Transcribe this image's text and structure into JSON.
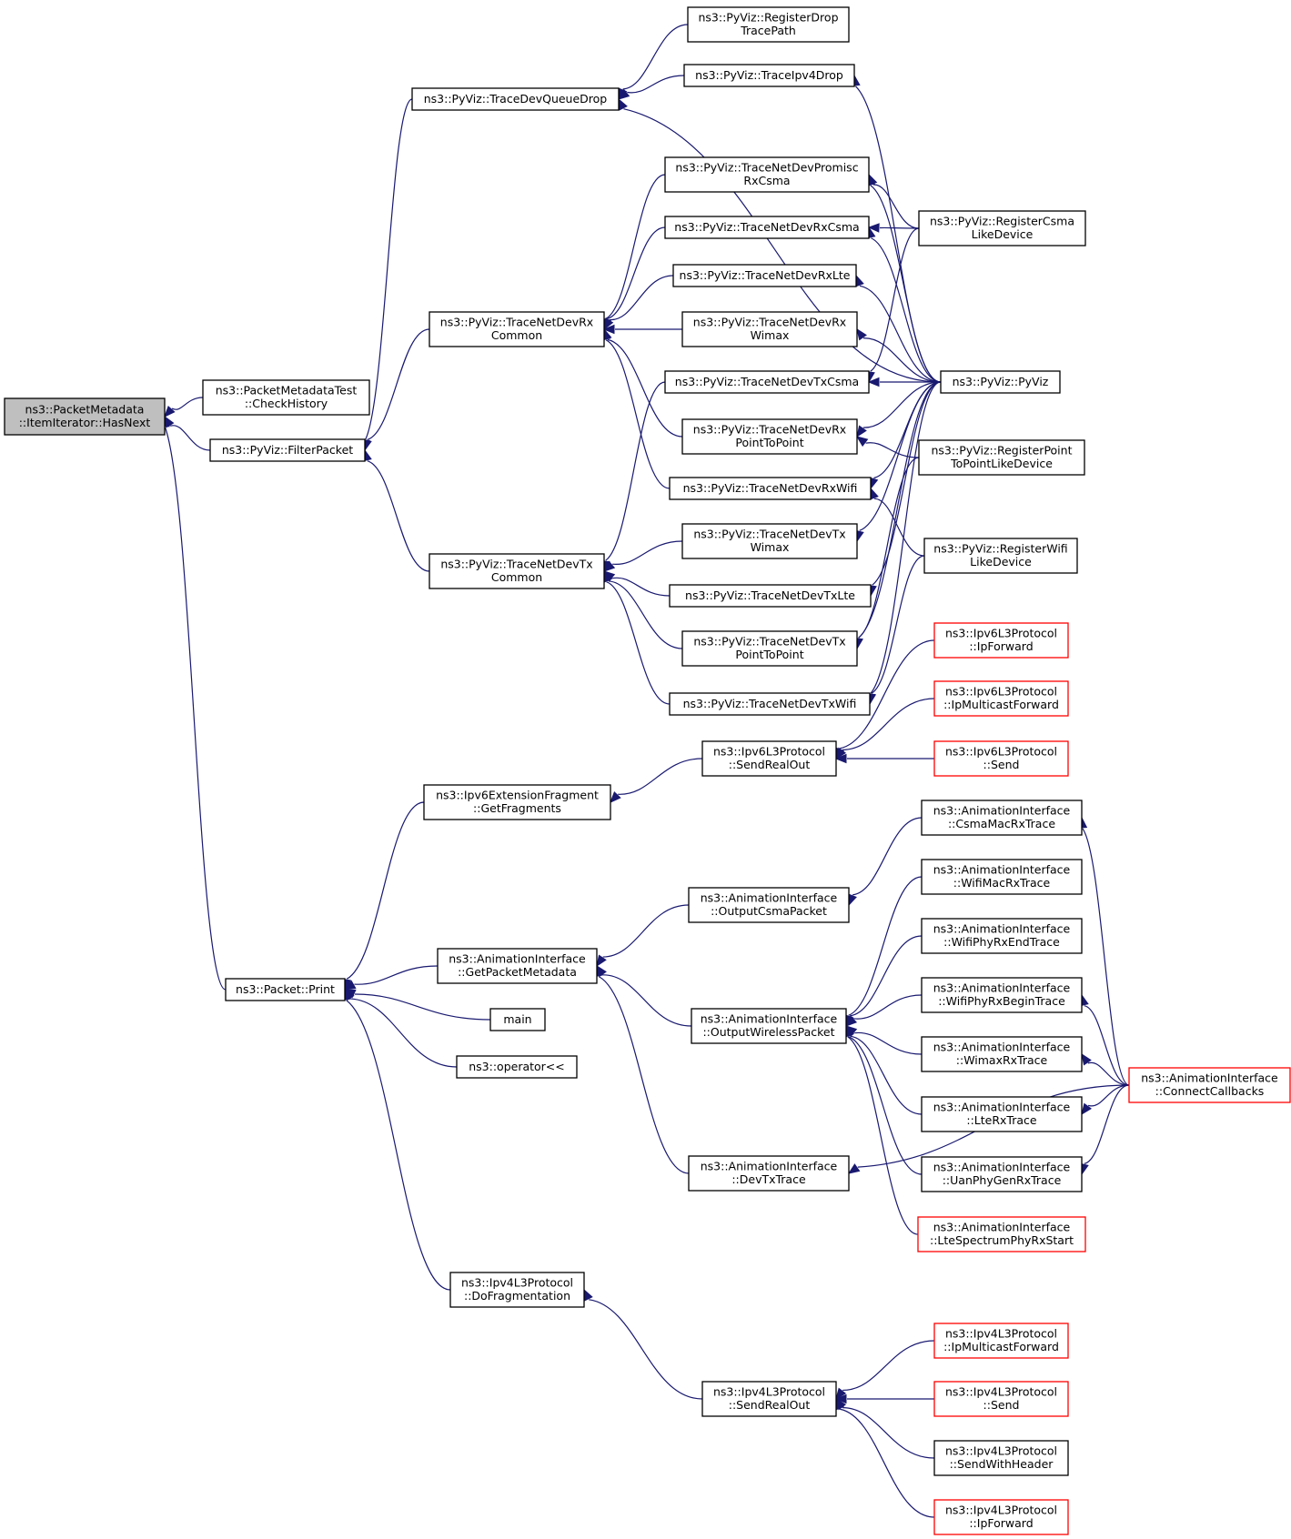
{
  "diagram": {
    "type": "call-graph",
    "colors": {
      "edge": "#191970",
      "box_border": "#000000",
      "box_border_truncated": "#ff0000",
      "root_fill": "#bfbfbf",
      "background": "#ffffff"
    },
    "nodes": [
      {
        "id": "n0",
        "lines": [
          "ns3::PacketMetadata",
          "::ItemIterator::HasNext"
        ],
        "root": true
      },
      {
        "id": "n1",
        "lines": [
          "ns3::PacketMetadataTest",
          "::CheckHistory"
        ]
      },
      {
        "id": "n2",
        "lines": [
          "ns3::PyViz::FilterPacket"
        ]
      },
      {
        "id": "n3",
        "lines": [
          "ns3::Packet::Print"
        ]
      },
      {
        "id": "n4",
        "lines": [
          "ns3::PyViz::TraceDevQueueDrop"
        ]
      },
      {
        "id": "n5",
        "lines": [
          "ns3::PyViz::TraceNetDevRx",
          "Common"
        ]
      },
      {
        "id": "n6",
        "lines": [
          "ns3::PyViz::TraceNetDevTx",
          "Common"
        ]
      },
      {
        "id": "n7",
        "lines": [
          "ns3::PyViz::RegisterDrop",
          "TracePath"
        ]
      },
      {
        "id": "n8",
        "lines": [
          "ns3::PyViz::TraceIpv4Drop"
        ]
      },
      {
        "id": "n9",
        "lines": [
          "ns3::PyViz::PyViz"
        ]
      },
      {
        "id": "n10",
        "lines": [
          "ns3::PyViz::TraceNetDevPromisc",
          "RxCsma"
        ]
      },
      {
        "id": "n11",
        "lines": [
          "ns3::PyViz::TraceNetDevRxCsma"
        ]
      },
      {
        "id": "n12",
        "lines": [
          "ns3::PyViz::TraceNetDevRxLte"
        ]
      },
      {
        "id": "n13",
        "lines": [
          "ns3::PyViz::TraceNetDevRx",
          "Wimax"
        ]
      },
      {
        "id": "n14",
        "lines": [
          "ns3::PyViz::TraceNetDevRx",
          "PointToPoint"
        ]
      },
      {
        "id": "n15",
        "lines": [
          "ns3::PyViz::TraceNetDevRxWifi"
        ]
      },
      {
        "id": "n16",
        "lines": [
          "ns3::PyViz::RegisterCsma",
          "LikeDevice"
        ]
      },
      {
        "id": "n17",
        "lines": [
          "ns3::PyViz::RegisterPoint",
          "ToPointLikeDevice"
        ]
      },
      {
        "id": "n18",
        "lines": [
          "ns3::PyViz::RegisterWifi",
          "LikeDevice"
        ]
      },
      {
        "id": "n19",
        "lines": [
          "ns3::PyViz::TraceNetDevTxCsma"
        ]
      },
      {
        "id": "n20",
        "lines": [
          "ns3::PyViz::TraceNetDevTx",
          "Wimax"
        ]
      },
      {
        "id": "n21",
        "lines": [
          "ns3::PyViz::TraceNetDevTxLte"
        ]
      },
      {
        "id": "n22",
        "lines": [
          "ns3::PyViz::TraceNetDevTx",
          "PointToPoint"
        ]
      },
      {
        "id": "n23",
        "lines": [
          "ns3::PyViz::TraceNetDevTxWifi"
        ]
      },
      {
        "id": "n24",
        "lines": [
          "ns3::Ipv6ExtensionFragment",
          "::GetFragments"
        ]
      },
      {
        "id": "n25",
        "lines": [
          "ns3::AnimationInterface",
          "::GetPacketMetadata"
        ]
      },
      {
        "id": "n26",
        "lines": [
          "main"
        ]
      },
      {
        "id": "n27",
        "lines": [
          "ns3::operator<<"
        ]
      },
      {
        "id": "n28",
        "lines": [
          "ns3::Ipv4L3Protocol",
          "::DoFragmentation"
        ]
      },
      {
        "id": "n29",
        "lines": [
          "ns3::Ipv6L3Protocol",
          "::SendRealOut"
        ]
      },
      {
        "id": "n30",
        "lines": [
          "ns3::Ipv6L3Protocol",
          "::IpForward"
        ],
        "truncated": true
      },
      {
        "id": "n31",
        "lines": [
          "ns3::Ipv6L3Protocol",
          "::IpMulticastForward"
        ],
        "truncated": true
      },
      {
        "id": "n32",
        "lines": [
          "ns3::Ipv6L3Protocol",
          "::Send"
        ],
        "truncated": true
      },
      {
        "id": "n33",
        "lines": [
          "ns3::AnimationInterface",
          "::OutputCsmaPacket"
        ]
      },
      {
        "id": "n34",
        "lines": [
          "ns3::AnimationInterface",
          "::OutputWirelessPacket"
        ]
      },
      {
        "id": "n35",
        "lines": [
          "ns3::AnimationInterface",
          "::DevTxTrace"
        ]
      },
      {
        "id": "n36",
        "lines": [
          "ns3::AnimationInterface",
          "::CsmaMacRxTrace"
        ]
      },
      {
        "id": "n37",
        "lines": [
          "ns3::AnimationInterface",
          "::WifiMacRxTrace"
        ]
      },
      {
        "id": "n38",
        "lines": [
          "ns3::AnimationInterface",
          "::WifiPhyRxEndTrace"
        ]
      },
      {
        "id": "n39",
        "lines": [
          "ns3::AnimationInterface",
          "::WifiPhyRxBeginTrace"
        ]
      },
      {
        "id": "n40",
        "lines": [
          "ns3::AnimationInterface",
          "::WimaxRxTrace"
        ]
      },
      {
        "id": "n41",
        "lines": [
          "ns3::AnimationInterface",
          "::LteRxTrace"
        ]
      },
      {
        "id": "n42",
        "lines": [
          "ns3::AnimationInterface",
          "::UanPhyGenRxTrace"
        ]
      },
      {
        "id": "n43",
        "lines": [
          "ns3::AnimationInterface",
          "::LteSpectrumPhyRxStart"
        ],
        "truncated": true
      },
      {
        "id": "n44",
        "lines": [
          "ns3::AnimationInterface",
          "::ConnectCallbacks"
        ],
        "truncated": true
      },
      {
        "id": "n45",
        "lines": [
          "ns3::Ipv4L3Protocol",
          "::SendRealOut"
        ]
      },
      {
        "id": "n46",
        "lines": [
          "ns3::Ipv4L3Protocol",
          "::IpMulticastForward"
        ],
        "truncated": true
      },
      {
        "id": "n47",
        "lines": [
          "ns3::Ipv4L3Protocol",
          "::Send"
        ],
        "truncated": true
      },
      {
        "id": "n48",
        "lines": [
          "ns3::Ipv4L3Protocol",
          "::SendWithHeader"
        ]
      },
      {
        "id": "n49",
        "lines": [
          "ns3::Ipv4L3Protocol",
          "::IpForward"
        ],
        "truncated": true
      }
    ],
    "edges": [
      [
        "n1",
        "n0"
      ],
      [
        "n2",
        "n0"
      ],
      [
        "n3",
        "n0"
      ],
      [
        "n4",
        "n2"
      ],
      [
        "n5",
        "n2"
      ],
      [
        "n6",
        "n2"
      ],
      [
        "n7",
        "n4"
      ],
      [
        "n8",
        "n4"
      ],
      [
        "n9",
        "n4"
      ],
      [
        "n9",
        "n8"
      ],
      [
        "n10",
        "n5"
      ],
      [
        "n11",
        "n5"
      ],
      [
        "n12",
        "n5"
      ],
      [
        "n13",
        "n5"
      ],
      [
        "n14",
        "n5"
      ],
      [
        "n15",
        "n5"
      ],
      [
        "n16",
        "n10"
      ],
      [
        "n9",
        "n10"
      ],
      [
        "n16",
        "n11"
      ],
      [
        "n9",
        "n11"
      ],
      [
        "n9",
        "n12"
      ],
      [
        "n9",
        "n13"
      ],
      [
        "n9",
        "n14"
      ],
      [
        "n17",
        "n14"
      ],
      [
        "n9",
        "n15"
      ],
      [
        "n18",
        "n15"
      ],
      [
        "n19",
        "n6"
      ],
      [
        "n20",
        "n6"
      ],
      [
        "n21",
        "n6"
      ],
      [
        "n22",
        "n6"
      ],
      [
        "n23",
        "n6"
      ],
      [
        "n9",
        "n19"
      ],
      [
        "n16",
        "n19"
      ],
      [
        "n9",
        "n20"
      ],
      [
        "n9",
        "n21"
      ],
      [
        "n9",
        "n22"
      ],
      [
        "n17",
        "n22"
      ],
      [
        "n9",
        "n23"
      ],
      [
        "n18",
        "n23"
      ],
      [
        "n24",
        "n3"
      ],
      [
        "n25",
        "n3"
      ],
      [
        "n26",
        "n3"
      ],
      [
        "n27",
        "n3"
      ],
      [
        "n28",
        "n3"
      ],
      [
        "n29",
        "n24"
      ],
      [
        "n30",
        "n29"
      ],
      [
        "n31",
        "n29"
      ],
      [
        "n32",
        "n29"
      ],
      [
        "n33",
        "n25"
      ],
      [
        "n34",
        "n25"
      ],
      [
        "n35",
        "n25"
      ],
      [
        "n36",
        "n33"
      ],
      [
        "n37",
        "n34"
      ],
      [
        "n38",
        "n34"
      ],
      [
        "n39",
        "n34"
      ],
      [
        "n40",
        "n34"
      ],
      [
        "n41",
        "n34"
      ],
      [
        "n42",
        "n34"
      ],
      [
        "n43",
        "n34"
      ],
      [
        "n44",
        "n36"
      ],
      [
        "n44",
        "n39"
      ],
      [
        "n44",
        "n40"
      ],
      [
        "n44",
        "n41"
      ],
      [
        "n44",
        "n42"
      ],
      [
        "n44",
        "n35"
      ],
      [
        "n45",
        "n28"
      ],
      [
        "n46",
        "n45"
      ],
      [
        "n47",
        "n45"
      ],
      [
        "n48",
        "n45"
      ],
      [
        "n49",
        "n45"
      ]
    ]
  }
}
